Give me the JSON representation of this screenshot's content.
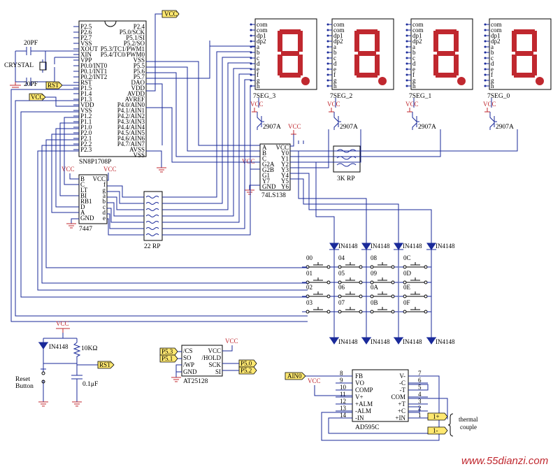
{
  "labels": {
    "vcc": "VCC",
    "rst": "RST",
    "crystal": "CRYSTAL",
    "cap": "20PF",
    "mcu": "SN8P1708P",
    "decoder_bcd": "7447",
    "rp22": "22 RP",
    "rp3k": "3K RP",
    "decoder": "74LS138",
    "diode": "IN4148",
    "transistor": "2907A",
    "eeprom": "AT25128",
    "adc": "AD595C",
    "ain0": "AIN0",
    "res10k": "10KΩ",
    "cap01": "0.1μF",
    "reset_btn_1": "Reset",
    "reset_btn_2": "Button",
    "thermal_1": "thermal",
    "thermal_2": "couple",
    "tc_pos": "1+",
    "tc_neg": "1-",
    "p53": "P5.3",
    "p51": "P5.1",
    "p50": "P5.0",
    "p52": "P5.2",
    "watermark": "www.55dianzi.com"
  },
  "seg_labels": [
    "7SEG_3",
    "7SEG_2",
    "7SEG_1",
    "7SEG_0"
  ],
  "seg_pins": [
    "com",
    "com",
    "dp1",
    "dp2",
    "a",
    "b",
    "c",
    "d",
    "e",
    "f",
    "g",
    "h"
  ],
  "mcu_left": [
    "P2.5",
    "P2.6",
    "P2.7",
    "VSS",
    "XOUT",
    "XIN",
    "VPP",
    "P0.0/INT0",
    "P0.1/INT1",
    "P0.2/INT2",
    "RST",
    "P1.5",
    "P1.4",
    "P1.3",
    "VDD",
    "VSS",
    "P1.2",
    "P1.1",
    "P1.0",
    "P2.0",
    "P2.1",
    "P2.2",
    "P2.3"
  ],
  "mcu_right": [
    "P2.4",
    "P5.0/SCK",
    "P5.1/SI",
    "P5.2/SO",
    "P5.3/TC1/PWM1",
    "P5.4/TC0/PWM0",
    "VSS",
    "P5.5",
    "P5.6",
    "P5.7",
    "DAO",
    "VDD",
    "AVDD",
    "AVREF",
    "P4.0/AIN0",
    "P4.1/AIN1",
    "P4.2/AIN2",
    "P4.3/AIN3",
    "P4.4/AIN4",
    "P4.5/AIN5",
    "P4.6/AIN6",
    "P4.7/AIN7",
    "AVSS",
    "VSS"
  ],
  "bcd_left": [
    "B",
    "C",
    "LT",
    "BI",
    "RB1",
    "D",
    "A",
    "GND"
  ],
  "bcd_right": [
    "VCC",
    "f",
    "g",
    "a",
    "b",
    "c",
    "d",
    "e"
  ],
  "dec_left": [
    "A",
    "B",
    "C",
    "G2A",
    "G2B",
    "G1",
    "Y7",
    "GND"
  ],
  "dec_right": [
    "VCC",
    "Y0",
    "Y1",
    "Y2",
    "Y3",
    "Y4",
    "Y5",
    "Y6"
  ],
  "eeprom_left": [
    "/CS",
    "SO",
    "/WP",
    "GND"
  ],
  "eeprom_right": [
    "VCC",
    "/HOLD",
    "SCK",
    "SI"
  ],
  "adc_left": [
    "FB",
    "VO",
    "COMP",
    "V+",
    "+ALM",
    "-ALM",
    "-IN"
  ],
  "adc_right": [
    "V-",
    "-C",
    "-T",
    "COM",
    "+T",
    "+C",
    "+IN"
  ],
  "adc_left_nums": [
    "8",
    "9",
    "10",
    "11",
    "12",
    "13",
    "14"
  ],
  "adc_right_nums": [
    "7",
    "6",
    "5",
    "4",
    "3",
    "2",
    "1"
  ],
  "keys": [
    [
      "00",
      "04",
      "08",
      "0C"
    ],
    [
      "01",
      "05",
      "09",
      "0D"
    ],
    [
      "02",
      "06",
      "0A",
      "0E"
    ],
    [
      "03",
      "07",
      "0B",
      "0F"
    ]
  ]
}
